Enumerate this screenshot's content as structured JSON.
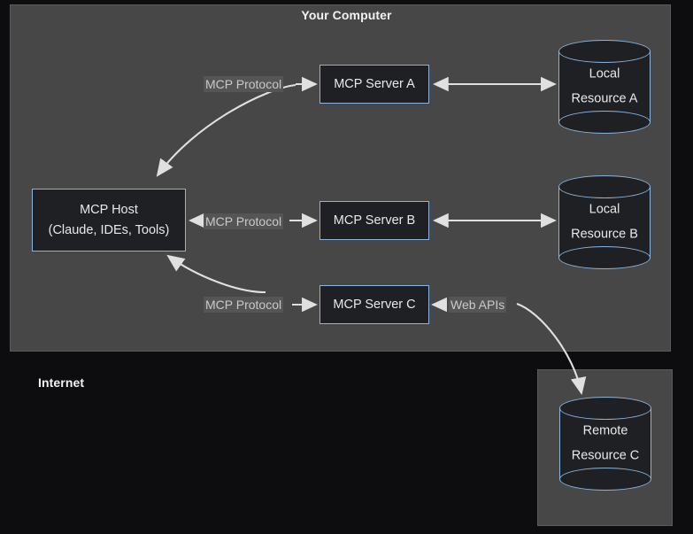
{
  "diagram": {
    "title_visible": false,
    "background_color": "#0d0d0f",
    "group_fill": "#474747",
    "node_fill": "#1f2023",
    "node_stroke": "#8ab4de",
    "edge_color": "#e0e0e0",
    "label_bg": "#555555",
    "label_text_color": "#c9c9c9"
  },
  "groups": [
    {
      "id": "your-computer",
      "label": "Your Computer"
    },
    {
      "id": "internet",
      "label": "Internet"
    }
  ],
  "nodes": {
    "mcp_host": {
      "lines": [
        "MCP Host",
        "(Claude, IDEs, Tools)"
      ]
    },
    "mcp_server_a": {
      "label": "MCP Server A"
    },
    "mcp_server_b": {
      "label": "MCP Server B"
    },
    "mcp_server_c": {
      "label": "MCP Server C"
    },
    "local_resource_a": {
      "lines": [
        "Local",
        "Resource A"
      ]
    },
    "local_resource_b": {
      "lines": [
        "Local",
        "Resource B"
      ]
    },
    "remote_resource_c": {
      "lines": [
        "Remote",
        "Resource C"
      ]
    }
  },
  "edges": [
    {
      "id": "host-server-a",
      "label": "MCP Protocol",
      "from": "mcp_host",
      "to": "mcp_server_a",
      "direction": "bidirectional"
    },
    {
      "id": "host-server-b",
      "label": "MCP Protocol",
      "from": "mcp_host",
      "to": "mcp_server_b",
      "direction": "bidirectional"
    },
    {
      "id": "host-server-c",
      "label": "MCP Protocol",
      "from": "mcp_host",
      "to": "mcp_server_c",
      "direction": "bidirectional"
    },
    {
      "id": "server-a-resource-a",
      "label": "",
      "from": "mcp_server_a",
      "to": "local_resource_a",
      "direction": "bidirectional"
    },
    {
      "id": "server-b-resource-b",
      "label": "",
      "from": "mcp_server_b",
      "to": "local_resource_b",
      "direction": "bidirectional"
    },
    {
      "id": "server-c-remote-c",
      "label": "Web APIs",
      "from": "mcp_server_c",
      "to": "remote_resource_c",
      "direction": "bidirectional"
    }
  ]
}
